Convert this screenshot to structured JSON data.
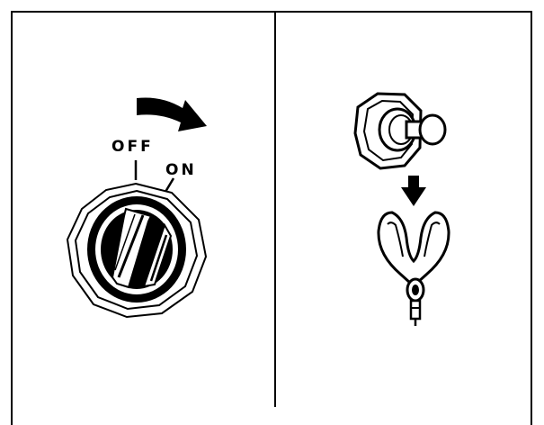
{
  "diagram": {
    "left_panel": {
      "label_off": "OFF",
      "label_on": "ON",
      "knob_icon": "rotary-knob-switch",
      "arrow_icon": "curved-arrow-clockwise"
    },
    "right_panel": {
      "plug_icon": "octagonal-terminal-post",
      "arrow_icon": "down-arrow",
      "clip_icon": "spade-connector-clip"
    },
    "colors": {
      "line": "#000000",
      "background": "#ffffff"
    }
  }
}
